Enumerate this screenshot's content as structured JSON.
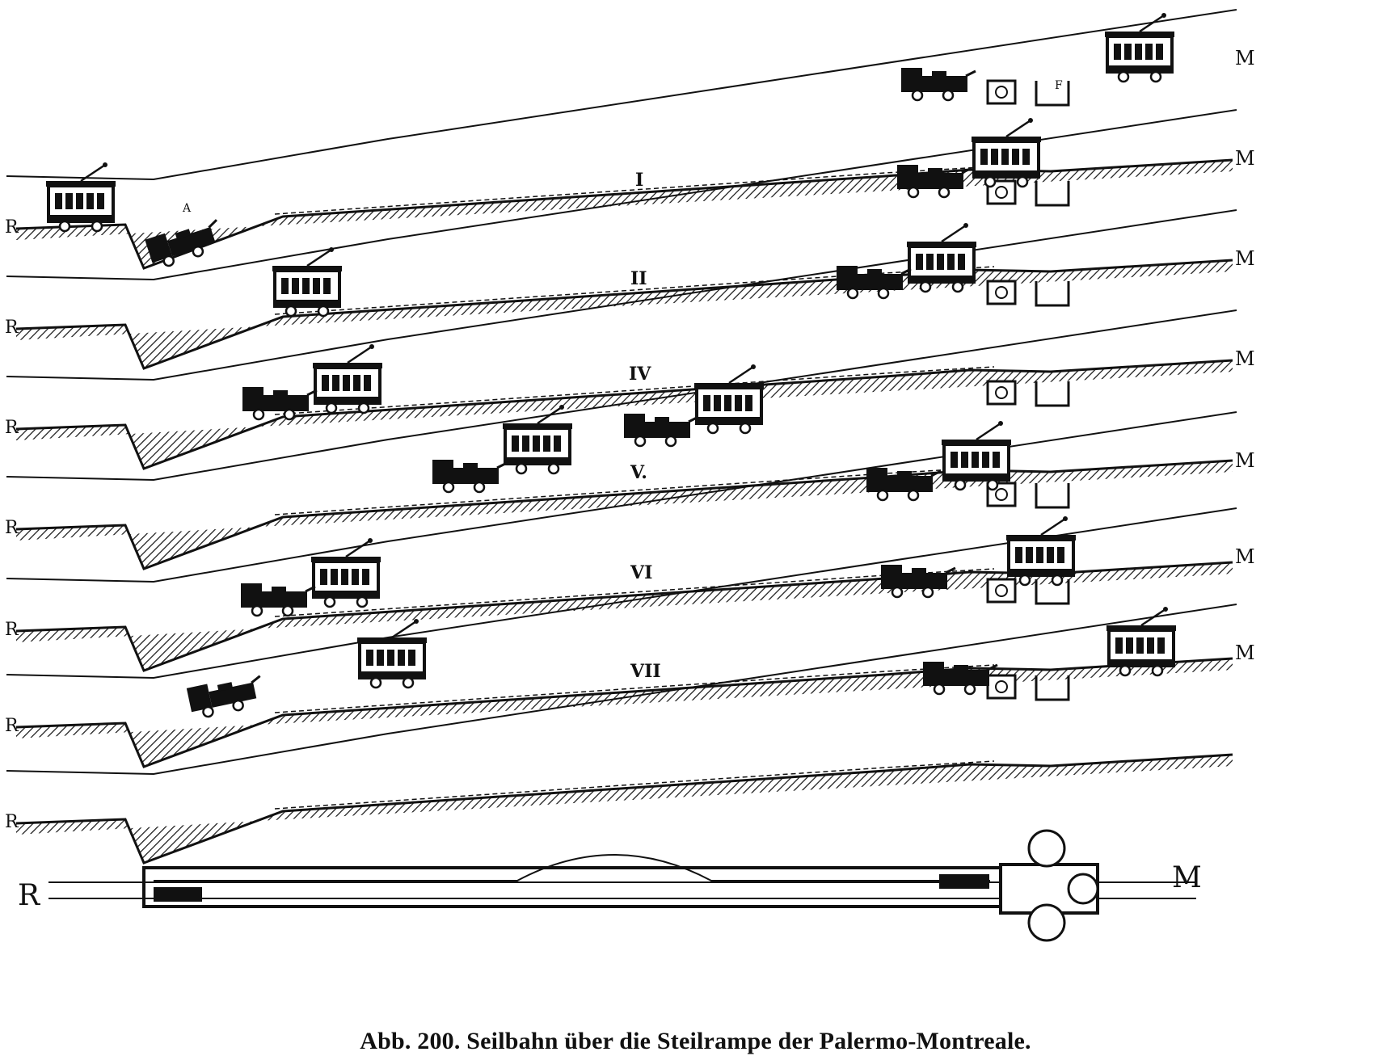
{
  "figure": {
    "caption": "Abb. 200. Seilbahn über die Steilrampe der Palermo-Montreale.",
    "label_left": "R",
    "label_right": "M",
    "ink_color": "#111111",
    "panels": [
      {
        "numeral": "I",
        "marks": [
          "A",
          "F"
        ]
      },
      {
        "numeral": "II",
        "marks": []
      },
      {
        "numeral": "IV",
        "marks": []
      },
      {
        "numeral": "V.",
        "marks": []
      },
      {
        "numeral": "VI",
        "marks": []
      },
      {
        "numeral": "VII",
        "marks": []
      },
      {
        "numeral": "",
        "marks": []
      }
    ],
    "plan_view": {
      "label_left": "R",
      "label_right": "M"
    }
  }
}
